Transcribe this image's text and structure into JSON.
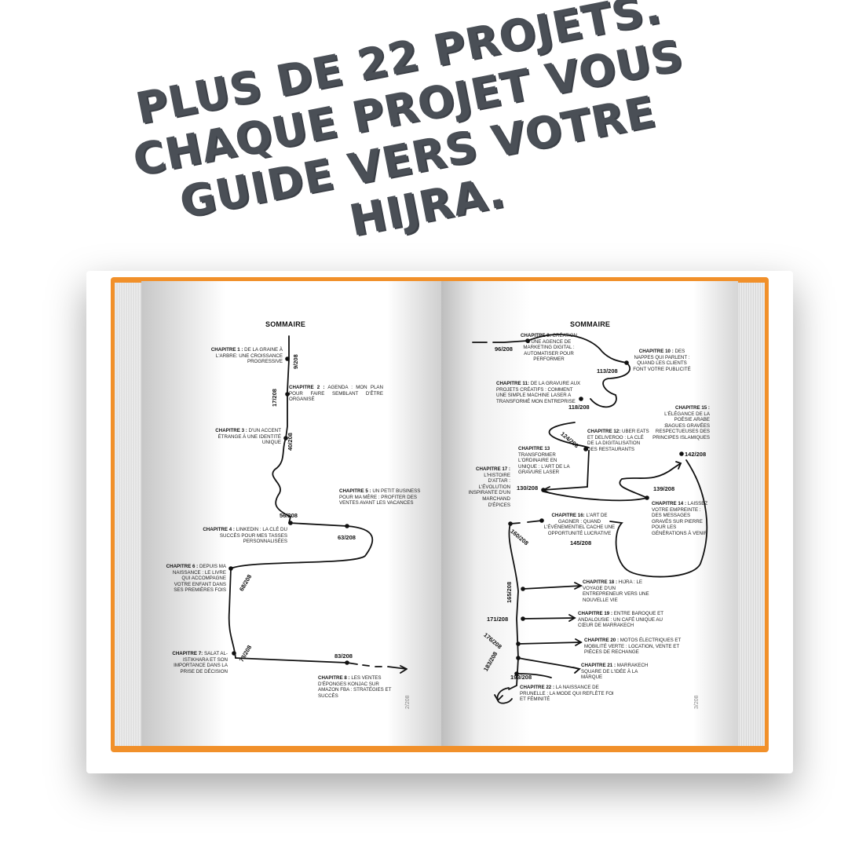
{
  "headline": {
    "line1": "PLUS DE 22 PROJETS.",
    "line2": "CHAQUE PROJET VOUS",
    "line3": "GUIDE VERS VOTRE",
    "line4": "HIJRA."
  },
  "left_page": {
    "title": "SOMMAIRE",
    "page_number": "2/208",
    "chapters": [
      {
        "label": "CHAPITRE 1 :",
        "text": "DE LA GRAINE À L'ARBRE: UNE CROISSANCE PROGRESSIVE",
        "page": "9/208"
      },
      {
        "label": "CHAPITRE 2 :",
        "text": "AGENDA : MON PLAN POUR FAIRE SEMBLANT D'ÊTRE ORGANISÉ",
        "page": "17/208"
      },
      {
        "label": "CHAPITRE 3 :",
        "text": "D'UN ACCENT ÉTRANGE À UNE IDENTITÉ UNIQUE",
        "page": "40/208"
      },
      {
        "label": "CHAPITRE 4 :",
        "text": "LINKEDIN : LA CLÉ DU SUCCÈS POUR MES TASSES PERSONNALISÉES",
        "page": "56/208"
      },
      {
        "label": "CHAPITRE 5 :",
        "text": "UN PETIT BUSINESS POUR MA MÈRE : PROFITER DES VENTES AVANT LES VACANCES",
        "page": "63/208"
      },
      {
        "label": "CHAPITRE 6 :",
        "text": "DEPUIS MA NAISSANCE : LE LIVRE QUI ACCOMPAGNE VOTRE ENFANT DANS SES PREMIÈRES FOIS",
        "page": "68/208"
      },
      {
        "label": "CHAPITRE 7:",
        "text": "SALAT AL-ISTIKHARA ET SON IMPORTANCE DANS LA PRISE DE DÉCISION",
        "page": "73/208"
      },
      {
        "label": "CHAPITRE 8 :",
        "text": "LES VENTES D'ÉPONGES KONJAC SUR AMAZON FBA : STRATÉGIES ET SUCCÈS",
        "page": "83/208"
      }
    ]
  },
  "right_page": {
    "title": "SOMMAIRE",
    "page_number": "3/208",
    "chapters": [
      {
        "label": "CHAPITRE 9:",
        "text": "CRÉATION D'UNE AGENCE DE MARKETING DIGITAL : AUTOMATISER POUR PERFORMER",
        "page": "96/208"
      },
      {
        "label": "CHAPITRE 10 :",
        "text": "DES NAPPES QUI PARLENT : QUAND LES CLIENTS FONT VOTRE PUBLICITÉ",
        "page": "113/208"
      },
      {
        "label": "CHAPITRE 11:",
        "text": "DE LA GRAVURE AUX PROJETS CRÉATIFS : COMMENT UNE SIMPLE MACHINE LASER A TRANSFORMÉ MON ENTREPRISE",
        "page": "118/208"
      },
      {
        "label": "CHAPITRE 12:",
        "text": "UBER EATS ET DELIVEROO : LA CLÉ DE LA DIGITALISATION DES RESTAURANTS",
        "page": "124/208"
      },
      {
        "label": "CHAPITRE 13",
        "text": "TRANSFORMER L'ORDINAIRE EN UNIQUE : L'ART DE LA GRAVURE LASER",
        "page": "130/208"
      },
      {
        "label": "CHAPITRE 14 :",
        "text": "LAISSEZ VOTRE EMPREINTE : DES MESSAGES GRAVÉS SUR PIERRE POUR LES GÉNÉRATIONS À VENIR",
        "page": "139/208"
      },
      {
        "label": "CHAPITRE 15 :",
        "text": "L'ÉLÉGANCE DE LA POÉSIE ARABE :BAGUES GRAVÉES RESPECTUEUSES DES PRINCIPES ISLAMIQUES",
        "page": "142/208"
      },
      {
        "label": "CHAPITRE 16:",
        "text": "L'ART DE GAGNER : QUAND L'ÉVÉNEMENTIEL CACHE UNE OPPORTUNITÉ LUCRATIVE",
        "page": "145/208"
      },
      {
        "label": "CHAPITRE 17 :",
        "text": "L'HISTOIRE D'ATTAR : L'ÉVOLUTION INSPIRANTE D'UN MARCHAND D'ÉPICES",
        "page": "160/208"
      },
      {
        "label": "CHAPITRE 18 :",
        "text": "HIJRA : LE VOYAGE D'UN ENTREPRENEUR VERS UNE NOUVELLE VIE",
        "page": "165/208"
      },
      {
        "label": "CHAPITRE 19 :",
        "text": "ENTRE BAROQUE ET ANDALOUSIE : UN CAFÉ UNIQUE AU CŒUR DE MARRAKECH",
        "page": "171/208"
      },
      {
        "label": "CHAPITRE 20 :",
        "text": "MOTOS ÉLECTRIQUES ET MOBILITÉ VERTE : LOCATION, VENTE ET PIÈCES DE RECHANGE",
        "page": "176/208"
      },
      {
        "label": "CHAPITRE 21 :",
        "text": "MARRAKECH SQUARE DE L'IDÉE À LA MARQUE",
        "page": "183/208"
      },
      {
        "label": "CHAPITRE 22 :",
        "text": "LA NAISSANCE DE PRUNELLE : LA MODE QUI REFLÈTE FOI ET FÉMINITÉ",
        "page": "193/208"
      }
    ]
  },
  "colors": {
    "cover": "#f1902a",
    "headline": "#4a4f56",
    "ink": "#111111"
  }
}
